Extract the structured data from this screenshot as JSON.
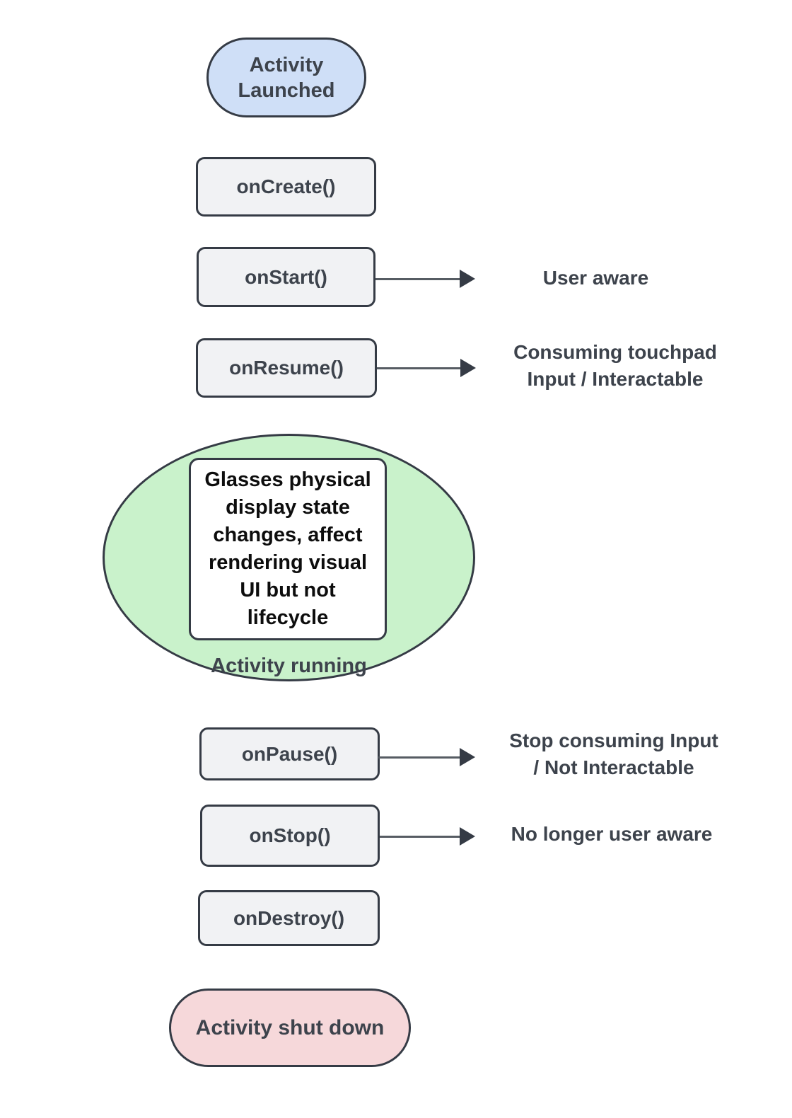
{
  "colors": {
    "border_dark": "#353b45",
    "box_fill": "#f1f2f4",
    "start_fill": "#cfdff7",
    "running_fill": "#c9f2cb",
    "shutdown_fill": "#f6d8da",
    "text_dark": "#3d434c",
    "note_text": "#0d0d0d",
    "arrow_line": "#565c63"
  },
  "nodes": {
    "start": {
      "line1": "Activity",
      "line2": "Launched"
    },
    "on_create": {
      "label": "onCreate()"
    },
    "on_start": {
      "label": "onStart()",
      "annotation": [
        "User aware"
      ]
    },
    "on_resume": {
      "label": "onResume()",
      "annotation": [
        "Consuming touchpad",
        "Input / Interactable"
      ]
    },
    "running": {
      "label": "Activity running",
      "note_lines": [
        "Glasses physical",
        "display state",
        "changes, affect",
        "rendering visual",
        "UI but not",
        "lifecycle"
      ]
    },
    "on_pause": {
      "label": "onPause()",
      "annotation": [
        "Stop consuming Input",
        "/ Not Interactable"
      ]
    },
    "on_stop": {
      "label": "onStop()",
      "annotation": [
        "No longer user aware"
      ]
    },
    "on_destroy": {
      "label": "onDestroy()"
    },
    "end": {
      "label": "Activity shut down"
    }
  }
}
